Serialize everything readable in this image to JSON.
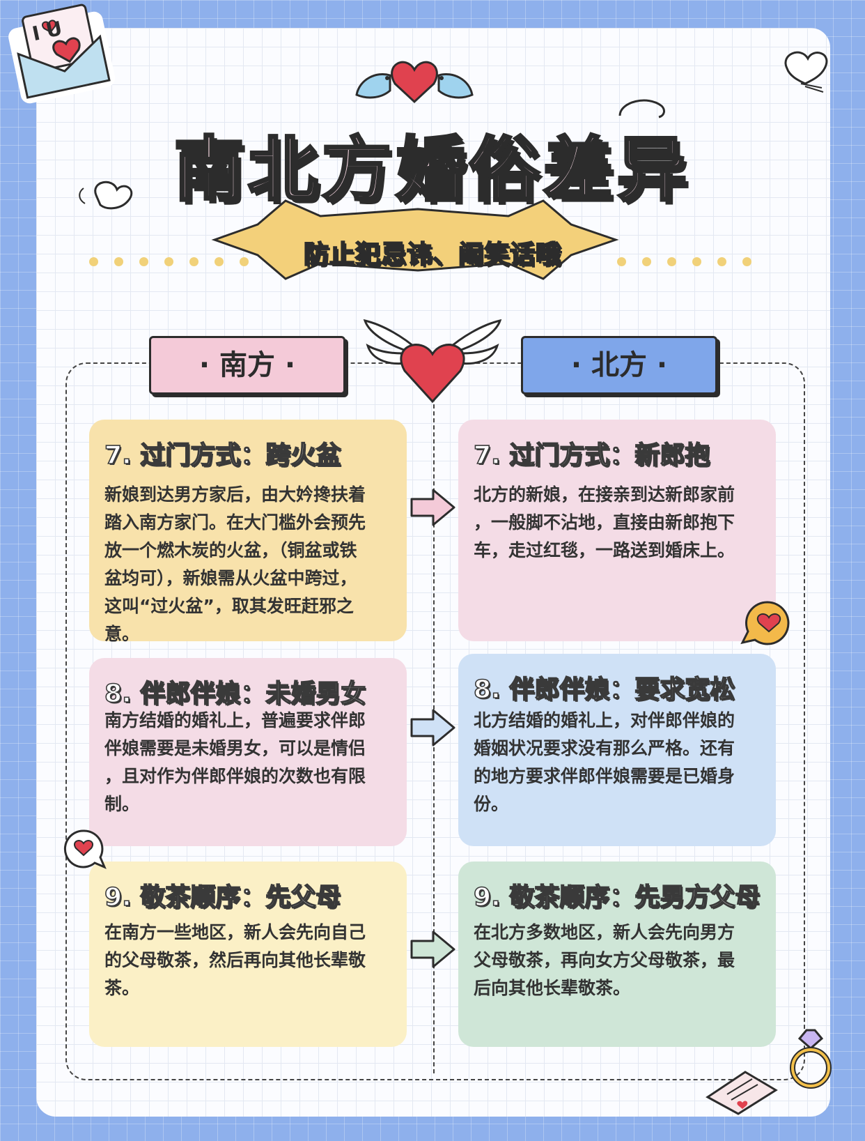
{
  "title": "南北方婚俗差异",
  "subtitle": "防止犯忌讳、闹笑话哦",
  "envelope_text": "I U",
  "colors": {
    "background": "#8eb0ec",
    "south_tag": "#f4cad8",
    "north_tag": "#7fa6ea",
    "yellow_card": "#f8e2ab",
    "pink_card": "#f4dce6",
    "blue_card": "#cfe1f6",
    "light_yellow_card": "#fbf0c6",
    "green_card": "#cfe6d7",
    "heart": "#e0424f",
    "dot": "#f1d179",
    "banner": "#f3d07a"
  },
  "south": {
    "label": "· 南方 ·",
    "items": [
      {
        "title": "7. 过门方式：跨火盆",
        "text": "新娘到达男方家后，由大妗搀扶着\n踏入南方家门。在大门槛外会预先\n放一个燃木炭的火盆，（铜盆或铁\n盆均可），新娘需从火盆中跨过，\n这叫“过火盆”，取其发旺赶邪之\n意。"
      },
      {
        "title": "8. 伴郎伴娘：未婚男女",
        "text": "南方结婚的婚礼上，普遍要求伴郎\n伴娘需要是未婚男女，可以是情侣\n，且对作为伴郎伴娘的次数也有限\n制。"
      },
      {
        "title": "9. 敬茶顺序：先父母",
        "text": "在南方一些地区，新人会先向自己\n的父母敬茶，然后再向其他长辈敬\n茶。"
      }
    ]
  },
  "north": {
    "label": "· 北方 ·",
    "items": [
      {
        "title": "7. 过门方式：新郎抱",
        "text": "北方的新娘，在接亲到达新郎家前\n，一般脚不沾地，直接由新郎抱下\n车，走过红毯，一路送到婚床上。"
      },
      {
        "title": "8. 伴郎伴娘：要求宽松",
        "text": "北方结婚的婚礼上，对伴郎伴娘的\n婚姻状况要求没有那么严格。还有\n的地方要求伴郎伴娘需要是已婚身\n份。"
      },
      {
        "title": "9. 敬茶顺序：先男方父母",
        "text": "在北方多数地区，新人会先向男方\n父母敬茶，再向女方父母敬茶，最\n后向其他长辈敬茶。"
      }
    ]
  }
}
